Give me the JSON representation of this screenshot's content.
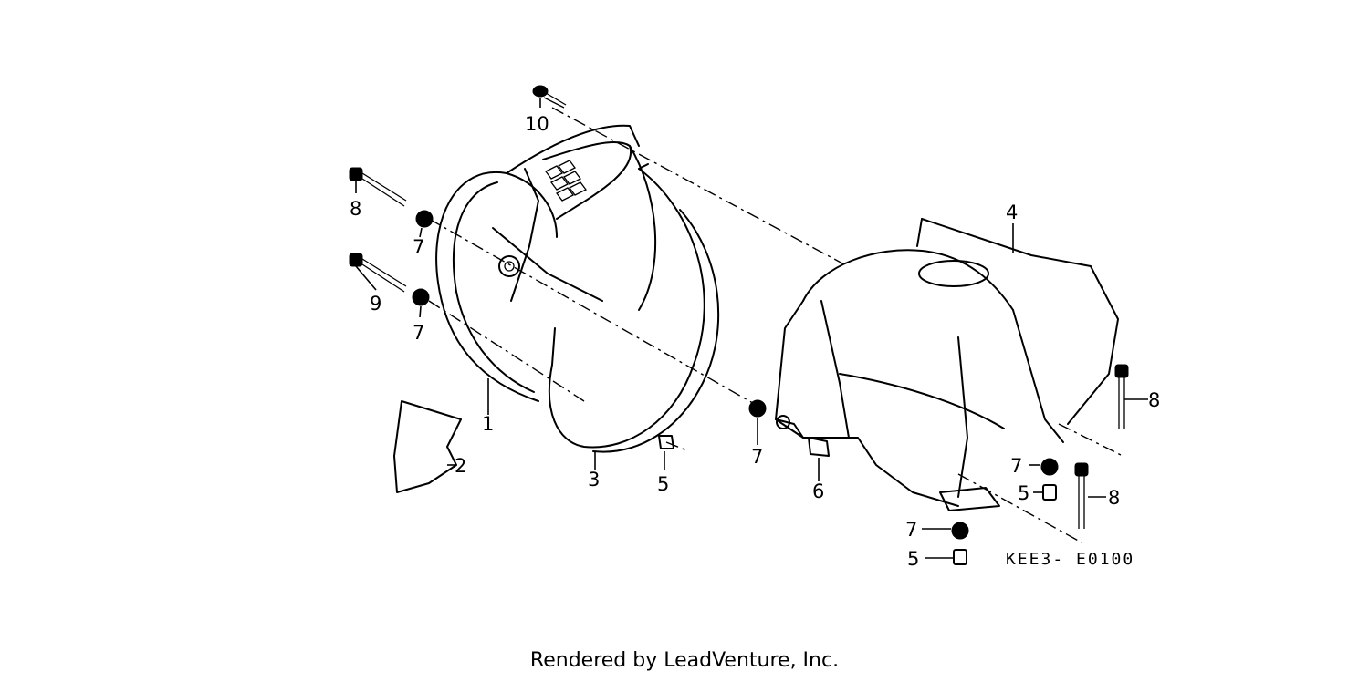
{
  "diagram_code": "KEE3- E0100",
  "credit": "Rendered by LeadVenture, Inc.",
  "callouts": {
    "c1": "1",
    "c2": "2",
    "c3": "3",
    "c4": "4",
    "c5a": "5",
    "c5b": "5",
    "c5c": "5",
    "c6": "6",
    "c7a": "7",
    "c7b": "7",
    "c7c": "7",
    "c7d": "7",
    "c7e": "7",
    "c8a": "8",
    "c8b": "8",
    "c8c": "8",
    "c9": "9",
    "c10": "10"
  }
}
